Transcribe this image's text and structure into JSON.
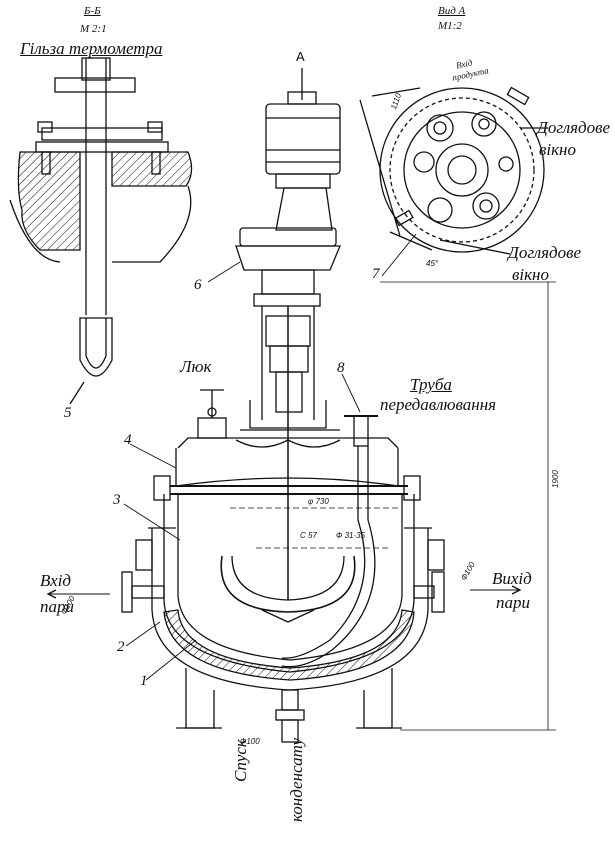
{
  "section": {
    "title": "Б-Б",
    "scale": "M 2:1",
    "caption": "Гільза термометра"
  },
  "view": {
    "title": "Вид А",
    "scale": "M1:2",
    "arrow": "A"
  },
  "labels": {
    "window_top": [
      "Доглядове",
      "вікно"
    ],
    "window_bottom": [
      "Доглядове",
      "вікно"
    ],
    "hatch": "Люк",
    "pipe": [
      "Труба",
      "передавлювання"
    ],
    "steam_in": [
      "Вхід",
      "пари"
    ],
    "steam_out": [
      "Вихід",
      "пари"
    ],
    "drain": [
      "Спуск",
      "конденсату"
    ],
    "product_in": [
      "Вхід",
      "продукта"
    ]
  },
  "numbers": {
    "n1": "1",
    "n2": "2",
    "n3": "3",
    "n4": "4",
    "n5": "5",
    "n6": "6",
    "n7": "7",
    "n8": "8"
  },
  "dims": {
    "height": "1900",
    "d730": "φ 730",
    "c57": "С 57",
    "d31": "Ф 31·35",
    "d100_left": "Ф100",
    "d100_right": "Ф100",
    "d100_bottom": "Ф100",
    "d1110": "1110",
    "d45": "45°"
  }
}
